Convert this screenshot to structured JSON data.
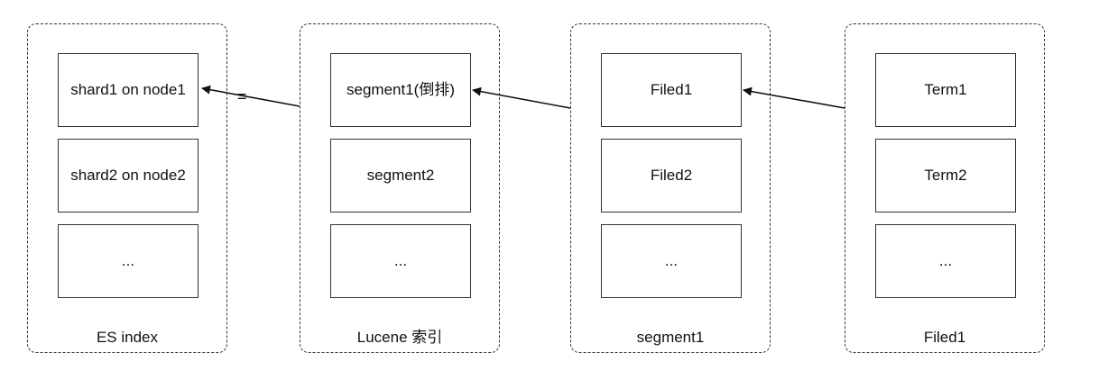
{
  "groups": [
    {
      "label": "ES index",
      "items": [
        "shard1 on node1",
        "shard2 on node2",
        "..."
      ]
    },
    {
      "label": "Lucene 索引",
      "items": [
        "segment1(倒排)",
        "segment2",
        "..."
      ]
    },
    {
      "label": "segment1",
      "items": [
        "Filed1",
        "Filed2",
        "..."
      ]
    },
    {
      "label": "Filed1",
      "items": [
        "Term1",
        "Term2",
        "..."
      ]
    }
  ],
  "equals_sign": "="
}
